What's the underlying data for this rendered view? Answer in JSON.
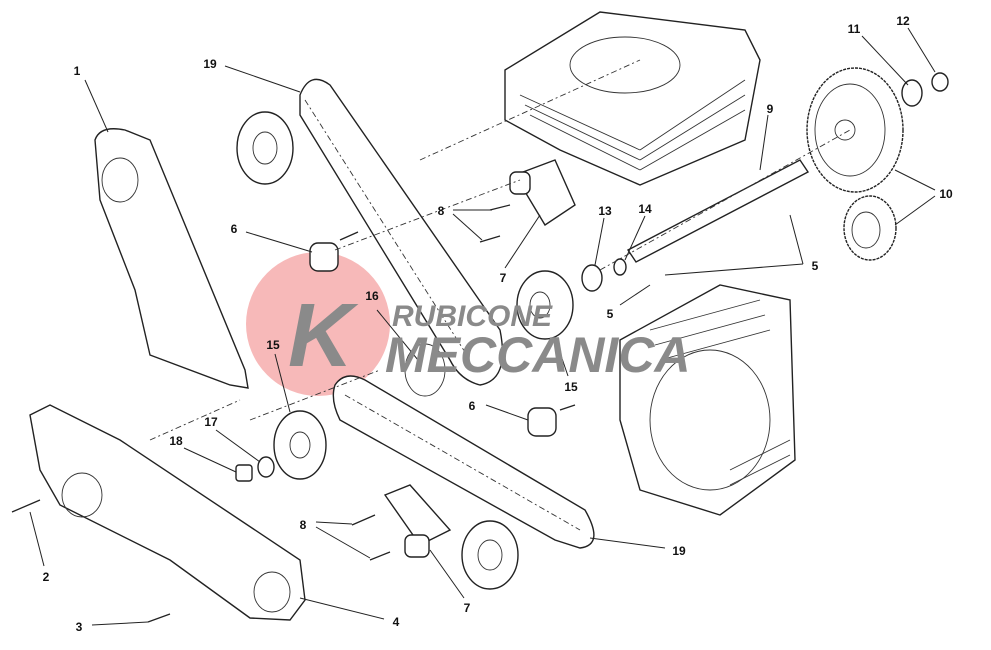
{
  "diagram": {
    "title": "Timing belt system exploded parts diagram",
    "watermark": {
      "logo_letter": "K",
      "line1": "RUBICONE",
      "line2": "MECCANICA",
      "circle_color": "#f08080"
    },
    "callouts": [
      "1",
      "19",
      "6",
      "8",
      "7",
      "9",
      "11",
      "12",
      "10",
      "13",
      "14",
      "5",
      "5",
      "16",
      "15",
      "15",
      "6",
      "17",
      "18",
      "2",
      "3",
      "8",
      "7",
      "4",
      "19"
    ]
  }
}
